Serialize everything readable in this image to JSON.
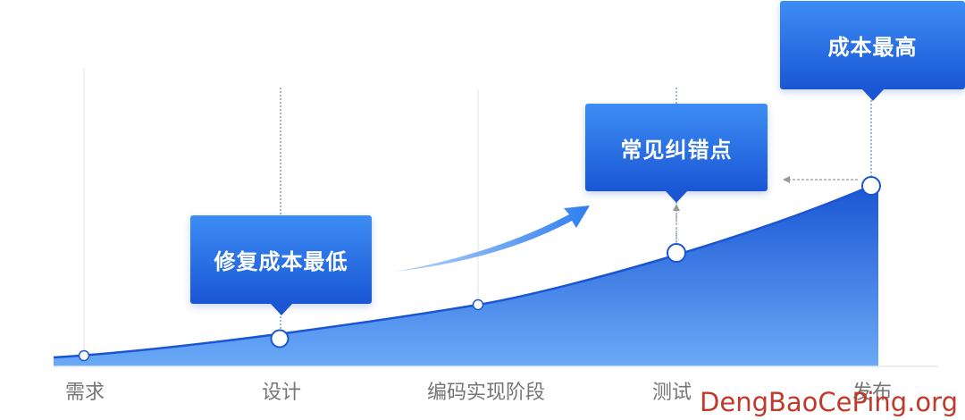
{
  "stages": [
    "需求",
    "设计",
    "编码实现阶段",
    "测试",
    "发布"
  ],
  "callouts": {
    "design": "修复成本最低",
    "test": "常见纠错点",
    "release": "成本最高"
  },
  "watermark": "DengBaoCePing.org",
  "colors": {
    "accent_dark": "#1a56d4",
    "accent_light": "#3d8df5",
    "area_light": "#6aaaf7",
    "label_gray": "#757575",
    "watermark_red": "#c0392b"
  }
}
